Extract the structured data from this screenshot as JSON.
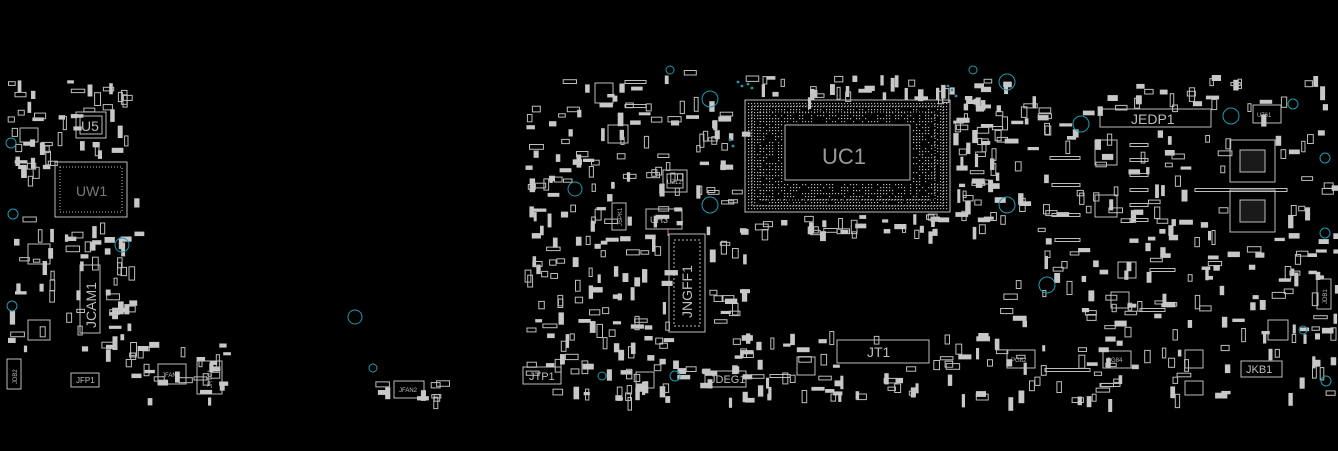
{
  "refdes": {
    "uc1": "UC1",
    "jngff1": "JNGFF1",
    "jt1": "JT1",
    "jedp1": "JEDP1",
    "jcam1": "JCAM1",
    "u5": "U5",
    "uw1": "UW1",
    "uh3": "UH3",
    "jtp1": "JTP1",
    "jdeg1": "JDEG1",
    "jkb1": "JKB1",
    "jfp1": "JFP1",
    "jfan1": "JFAN1",
    "jfan2": "JFAN2",
    "jrtc1": "JRTC1",
    "jdb1": "JDB1",
    "jdb2": "JDB2",
    "uz12": "UZ12",
    "u761": "U761",
    "pg82": "PG82",
    "pg84": "PG84",
    "jspk1": "JSPK1"
  }
}
